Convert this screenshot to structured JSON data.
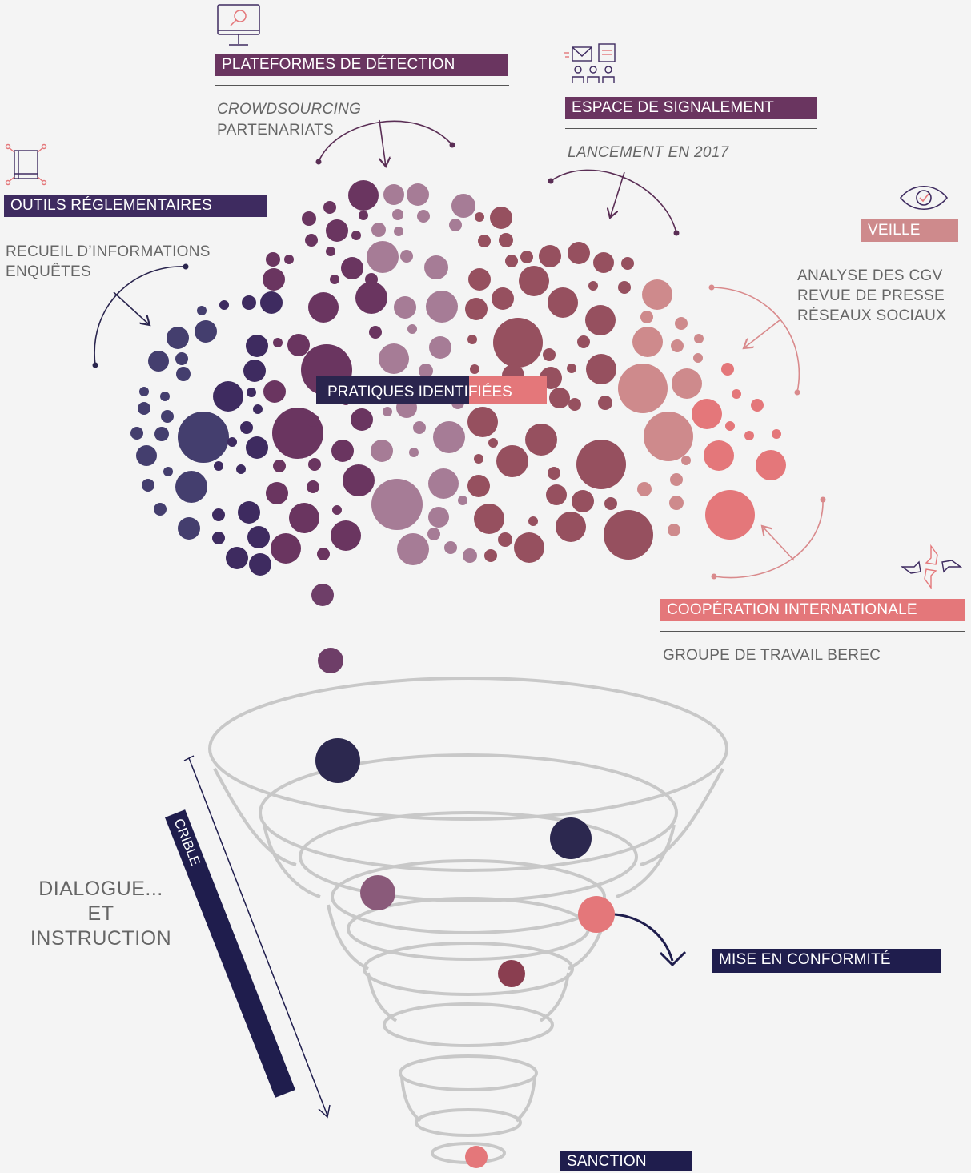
{
  "sources": {
    "plateformes": {
      "title": "PLATEFORMES DE DÉTECTION",
      "lines": [
        "CROWDSOURCING",
        "PARTENARIATS"
      ]
    },
    "signalement": {
      "title": "ESPACE DE SIGNALEMENT",
      "lines": [
        "LANCEMENT EN 2017"
      ]
    },
    "outils": {
      "title": "OUTILS RÉGLEMENTAIRES",
      "lines": [
        "RECUEIL D’INFORMATIONS",
        "ENQUÊTES"
      ]
    },
    "veille": {
      "title": "VEILLE",
      "lines": [
        "ANALYSE DES CGV",
        "REVUE DE PRESSE",
        "RÉSEAUX SOCIAUX"
      ]
    },
    "cooperation": {
      "title": "COOPÉRATION INTERNATIONALE",
      "lines": [
        "GROUPE DE TRAVAIL BEREC"
      ]
    }
  },
  "center_label": "PRATIQUES IDENTIFIÉES",
  "funnel": {
    "side_lines": [
      "DIALOGUE...",
      "ET",
      "INSTRUCTION"
    ],
    "crible_label": "CRIBLE",
    "outcome_conformite": "MISE EN CONFORMITÉ",
    "outcome_sanction": "SANCTION"
  },
  "icons": [
    "monitor-search-icon",
    "signal-people-icon",
    "book-network-icon",
    "eye-check-icon",
    "hands-cooperation-icon"
  ],
  "colors": {
    "navy": "#1f1d4d",
    "dark_purple": "#3e2b60",
    "plum": "#6a3560",
    "mauve": "#a67c96",
    "wine": "#96505f",
    "rose": "#ce8a8c",
    "coral": "#e4777a",
    "funnel_gray": "#c8c8c8",
    "background": "#f4f4f4"
  }
}
